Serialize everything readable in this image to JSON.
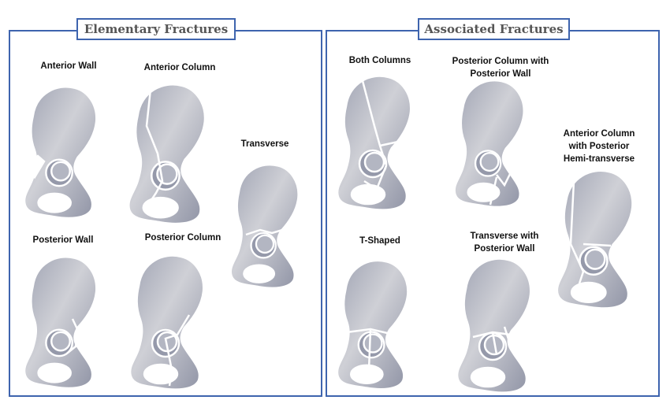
{
  "panels": {
    "elementary": {
      "title": "Elementary Fractures",
      "items": [
        "Anterior Wall",
        "Anterior Column",
        "Transverse",
        "Posterior Wall",
        "Posterior Column"
      ]
    },
    "associated": {
      "title": "Associated Fractures",
      "items": [
        "Both Columns",
        "Posterior Column with",
        "Posterior Wall",
        "Anterior Column",
        "with Posterior",
        "Hemi-transverse",
        "T-Shaped",
        "Transverse with",
        "Posterior Wall"
      ]
    }
  },
  "colors": {
    "border": "#3e64ae",
    "bone": "#b9bcc8",
    "fracture": "#ffffff"
  }
}
